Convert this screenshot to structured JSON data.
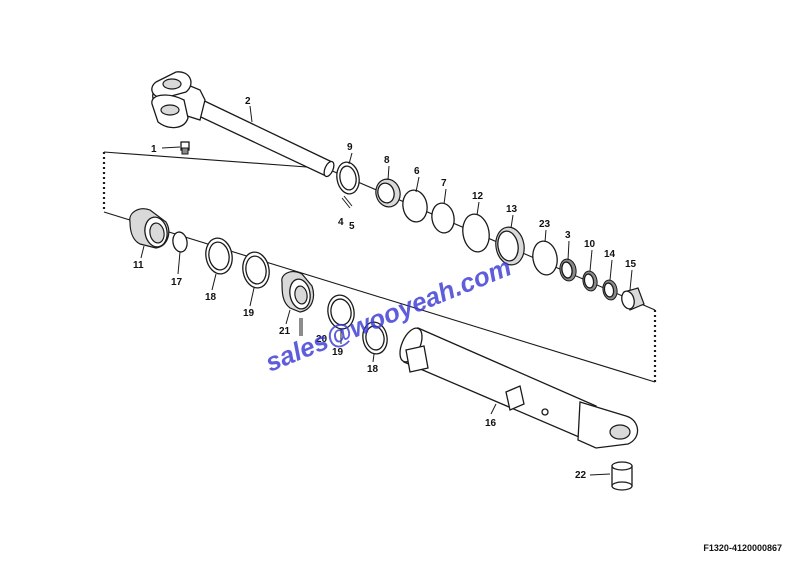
{
  "drawing_code": "F1320-4120000867",
  "watermark": "sales@wooyeah.com",
  "labels": {
    "p1": "1",
    "p2": "2",
    "p3": "3",
    "p4": "4",
    "p5": "5",
    "p6": "6",
    "p7": "7",
    "p8": "8",
    "p9": "9",
    "p10": "10",
    "p11": "11",
    "p12": "12",
    "p13": "13",
    "p14": "14",
    "p15": "15",
    "p16": "16",
    "p17": "17",
    "p18a": "18",
    "p18b": "18",
    "p19a": "19",
    "p19b": "19",
    "p20": "20",
    "p21": "21",
    "p22": "22",
    "p23": "23"
  }
}
